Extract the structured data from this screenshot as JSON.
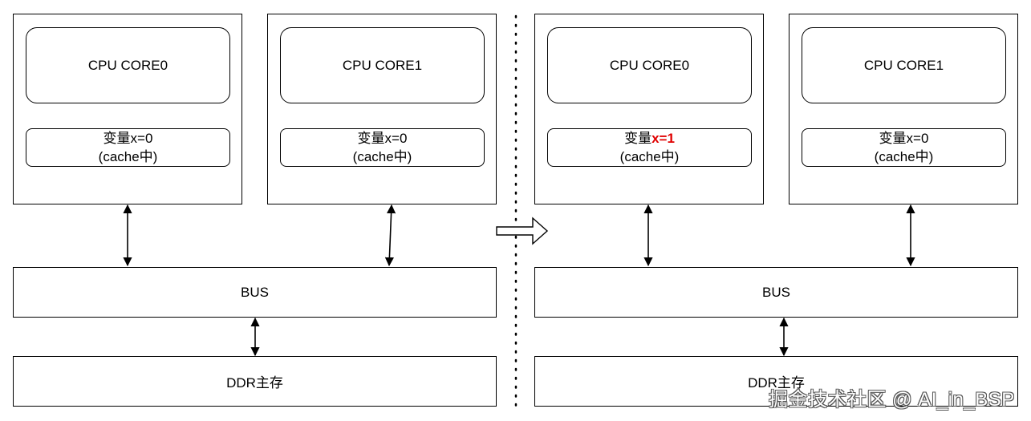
{
  "left_panel": {
    "core0": {
      "label": "CPU CORE0",
      "cache_line1": "变量x=0",
      "cache_line2": "(cache中)"
    },
    "core1": {
      "label": "CPU CORE1",
      "cache_line1": "变量x=0",
      "cache_line2": "(cache中)"
    },
    "bus_label": "BUS",
    "ddr_label": "DDR主存"
  },
  "right_panel": {
    "core0": {
      "label": "CPU CORE0",
      "cache_prefix": "变量",
      "cache_highlight": "x=1",
      "cache_line2": "(cache中)"
    },
    "core1": {
      "label": "CPU CORE1",
      "cache_line1": "变量x=0",
      "cache_line2": "(cache中)"
    },
    "bus_label": "BUS",
    "ddr_label": "DDR主存"
  },
  "watermark": "掘金技术社区 @ AI_in_BSP",
  "colors": {
    "highlight": "#e00000",
    "border": "#000000"
  }
}
